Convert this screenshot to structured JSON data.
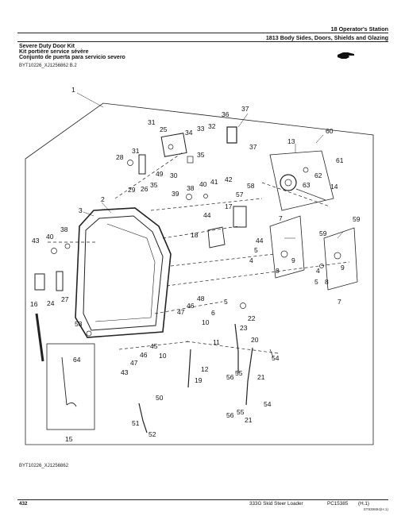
{
  "header": {
    "section": "18 Operator's Station",
    "subsection": "1813 Body Sides, Doors, Shields and Glazing"
  },
  "kit": {
    "title_en": "Severe Duty Door Kit",
    "title_fr": "Kit portière service sévère",
    "title_es": "Conjunto de puerta para servicio severo",
    "ref_top": "BYT10226_XJ1256862 B.2"
  },
  "diagram": {
    "ref_bottom": "BYT10226_XJ1256862",
    "callouts": [
      {
        "id": "c1",
        "text": "1"
      },
      {
        "id": "c2",
        "text": "2"
      },
      {
        "id": "c3",
        "text": "3"
      },
      {
        "id": "c4a",
        "text": "4"
      },
      {
        "id": "c4b",
        "text": "4"
      },
      {
        "id": "c5a",
        "text": "5"
      },
      {
        "id": "c5b",
        "text": "5"
      },
      {
        "id": "c5c",
        "text": "5"
      },
      {
        "id": "c6",
        "text": "6"
      },
      {
        "id": "c7a",
        "text": "7"
      },
      {
        "id": "c7b",
        "text": "7"
      },
      {
        "id": "c8a",
        "text": "8"
      },
      {
        "id": "c8b",
        "text": "8"
      },
      {
        "id": "c9a",
        "text": "9"
      },
      {
        "id": "c9b",
        "text": "9"
      },
      {
        "id": "c10a",
        "text": "10"
      },
      {
        "id": "c10b",
        "text": "10"
      },
      {
        "id": "c11",
        "text": "11"
      },
      {
        "id": "c12",
        "text": "12"
      },
      {
        "id": "c13",
        "text": "13"
      },
      {
        "id": "c14",
        "text": "14"
      },
      {
        "id": "c15",
        "text": "15"
      },
      {
        "id": "c16",
        "text": "16"
      },
      {
        "id": "c17",
        "text": "17"
      },
      {
        "id": "c18",
        "text": "18"
      },
      {
        "id": "c19",
        "text": "19"
      },
      {
        "id": "c20",
        "text": "20"
      },
      {
        "id": "c21a",
        "text": "21"
      },
      {
        "id": "c21b",
        "text": "21"
      },
      {
        "id": "c22",
        "text": "22"
      },
      {
        "id": "c23",
        "text": "23"
      },
      {
        "id": "c24",
        "text": "24"
      },
      {
        "id": "c25",
        "text": "25"
      },
      {
        "id": "c26",
        "text": "26"
      },
      {
        "id": "c27",
        "text": "27"
      },
      {
        "id": "c28",
        "text": "28"
      },
      {
        "id": "c29",
        "text": "29"
      },
      {
        "id": "c30",
        "text": "30"
      },
      {
        "id": "c31a",
        "text": "31"
      },
      {
        "id": "c31b",
        "text": "31"
      },
      {
        "id": "c32",
        "text": "32"
      },
      {
        "id": "c33",
        "text": "33"
      },
      {
        "id": "c34",
        "text": "34"
      },
      {
        "id": "c35a",
        "text": "35"
      },
      {
        "id": "c35b",
        "text": "35"
      },
      {
        "id": "c36",
        "text": "36"
      },
      {
        "id": "c37a",
        "text": "37"
      },
      {
        "id": "c37b",
        "text": "37"
      },
      {
        "id": "c38a",
        "text": "38"
      },
      {
        "id": "c38b",
        "text": "38"
      },
      {
        "id": "c39",
        "text": "39"
      },
      {
        "id": "c40a",
        "text": "40"
      },
      {
        "id": "c40b",
        "text": "40"
      },
      {
        "id": "c41",
        "text": "41"
      },
      {
        "id": "c42",
        "text": "42"
      },
      {
        "id": "c43a",
        "text": "43"
      },
      {
        "id": "c43b",
        "text": "43"
      },
      {
        "id": "c44a",
        "text": "44"
      },
      {
        "id": "c44b",
        "text": "44"
      },
      {
        "id": "c45",
        "text": "45"
      },
      {
        "id": "c46a",
        "text": "46"
      },
      {
        "id": "c46b",
        "text": "46"
      },
      {
        "id": "c47a",
        "text": "47"
      },
      {
        "id": "c47b",
        "text": "47"
      },
      {
        "id": "c48",
        "text": "48"
      },
      {
        "id": "c49",
        "text": "49"
      },
      {
        "id": "c50",
        "text": "50"
      },
      {
        "id": "c51",
        "text": "51"
      },
      {
        "id": "c52",
        "text": "52"
      },
      {
        "id": "c53",
        "text": "53"
      },
      {
        "id": "c54a",
        "text": "54"
      },
      {
        "id": "c54b",
        "text": "54"
      },
      {
        "id": "c55a",
        "text": "55"
      },
      {
        "id": "c55b",
        "text": "55"
      },
      {
        "id": "c56a",
        "text": "56"
      },
      {
        "id": "c56b",
        "text": "56"
      },
      {
        "id": "c57",
        "text": "57"
      },
      {
        "id": "c58",
        "text": "58"
      },
      {
        "id": "c59a",
        "text": "59"
      },
      {
        "id": "c59b",
        "text": "59"
      },
      {
        "id": "c60",
        "text": "60"
      },
      {
        "id": "c61",
        "text": "61"
      },
      {
        "id": "c62",
        "text": "62"
      },
      {
        "id": "c63",
        "text": "63"
      },
      {
        "id": "c64",
        "text": "64"
      }
    ]
  },
  "footer": {
    "page": "432",
    "model": "333G Skid Steer Loader",
    "catalog": "PC15385",
    "revision": "(H.1)",
    "code": "ST939894(H.1)"
  },
  "icons": {
    "pointer": "pointing-hand-icon"
  }
}
